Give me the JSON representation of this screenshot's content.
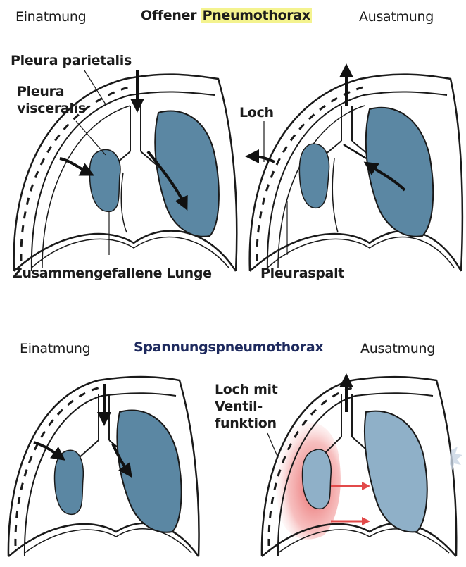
{
  "top": {
    "title_part1": "Offener",
    "title_part2": "Pneumothorax",
    "left_phase": "Einatmung",
    "right_phase": "Ausatmung",
    "labels": {
      "pleura_parietalis": "Pleura parietalis",
      "pleura_visceralis_1": "Pleura",
      "pleura_visceralis_2": "visceralis",
      "loch": "Loch",
      "collapsed_lung": "Zusammengefallene Lunge",
      "pleuraspalt": "Pleuraspalt"
    }
  },
  "bottom": {
    "title": "Spannungspneumothorax",
    "left_phase": "Einatmung",
    "right_phase": "Ausatmung",
    "labels": {
      "loch_line1": "Loch mit",
      "loch_line2": "Ventil-",
      "loch_line3": "funktion"
    }
  },
  "colors": {
    "lung": "#5b87a3",
    "lung_light": "#8fb0c8",
    "outline": "#1a1a1a",
    "air_red": "#e24a4a",
    "highlight": "#f4f38f",
    "title_navy": "#1e2a5e"
  }
}
